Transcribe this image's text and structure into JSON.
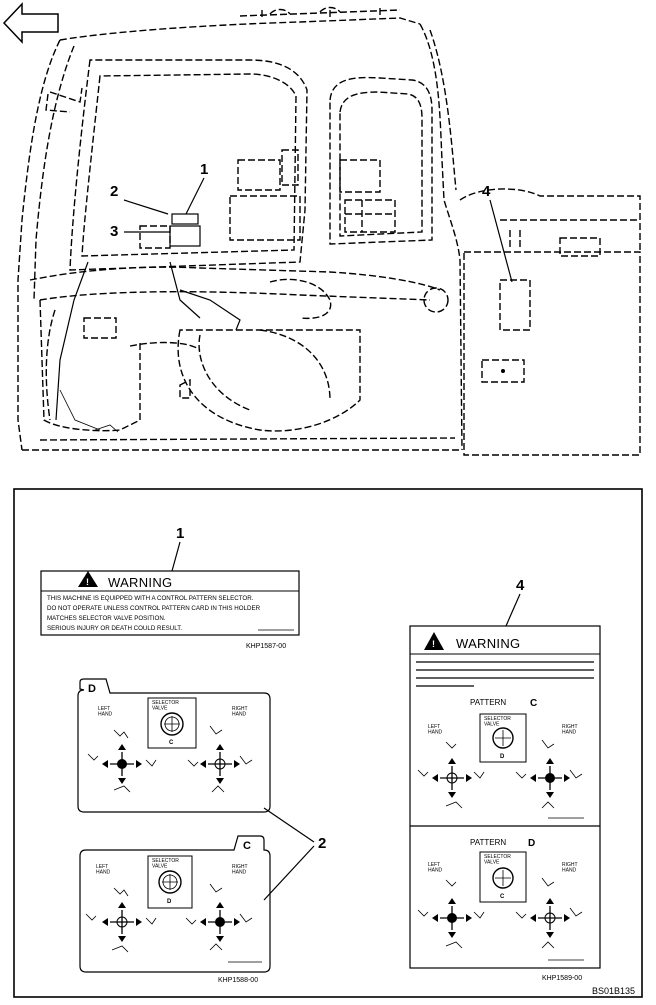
{
  "callouts": {
    "label_1": "1",
    "label_2": "2",
    "label_3": "3",
    "label_4": "4"
  },
  "decal_1": {
    "heading": "WARNING",
    "lines": [
      "THIS MACHINE IS EQUIPPED WITH A CONTROL PATTERN SELECTOR.",
      "DO NOT OPERATE UNLESS CONTROL PATTERN CARD IN THIS HOLDER",
      "MATCHES SELECTOR VALVE POSITION.",
      "SERIOUS INJURY OR DEATH COULD RESULT."
    ],
    "part_number": "KHP1587-00"
  },
  "decal_2": {
    "card_d_tab": "D",
    "card_c_tab": "C",
    "left_hand": "LEFT\nHAND",
    "right_hand": "RIGHT\nHAND",
    "selector_valve": "SELECTOR\nVALVE",
    "selector_mark_top": "D",
    "selector_mark_bottom": "C",
    "part_number": "KHP1588-00"
  },
  "decal_4": {
    "heading": "WARNING",
    "pattern_word": "PATTERN",
    "pattern_c": "C",
    "pattern_d": "D",
    "part_number": "KHP1589-00"
  },
  "figure_code": "BS01B135",
  "colors": {
    "ink": "#000000",
    "paper": "#ffffff"
  }
}
